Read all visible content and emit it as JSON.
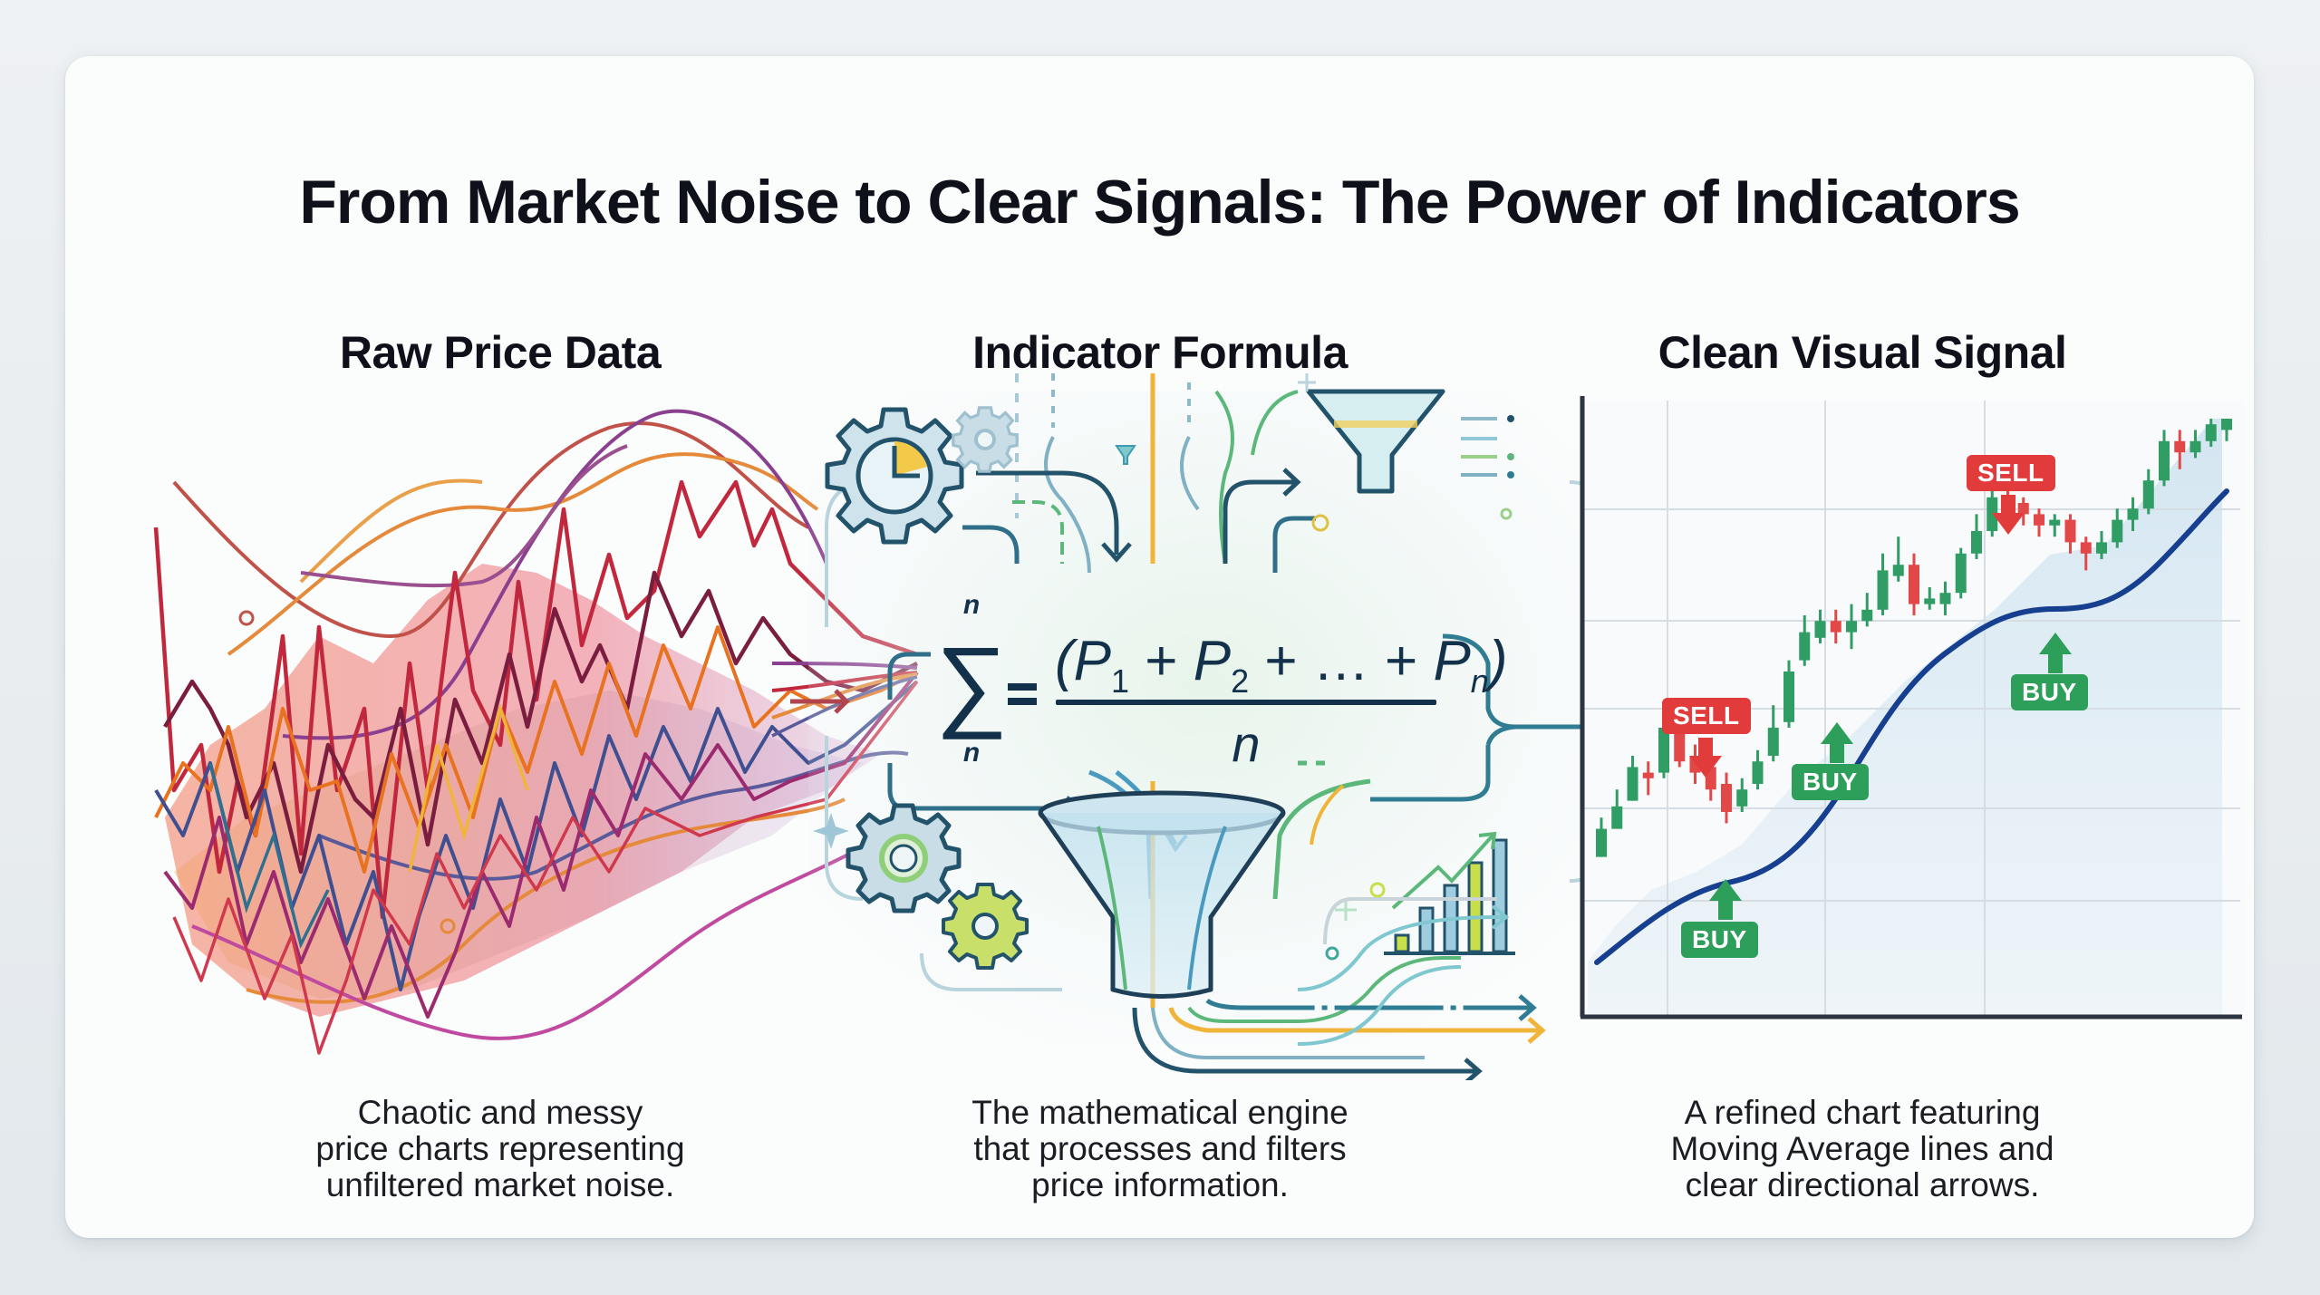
{
  "title": "From Market Noise to Clear Signals: The Power of Indicators",
  "colors": {
    "background": "#e9edf0",
    "card": "#fbfcfc",
    "text": "#0e111a",
    "sell_red": "#e23b3b",
    "buy_green": "#2e9e5b",
    "candle_green": "#2f9d64",
    "candle_red": "#e24848",
    "ma_line": "#173f8f",
    "flow_teal": "#2f7c93",
    "flow_yellow": "#f0b43a",
    "flow_green": "#5cb87a"
  },
  "sections": [
    {
      "heading": "Raw Price Data",
      "caption_lines": [
        "Chaotic and messy",
        "price charts representing",
        "unfiltered market noise."
      ],
      "illustration": "chaotic-price-lines"
    },
    {
      "heading": "Indicator Formula",
      "caption_lines": [
        "The mathematical engine",
        "that processes and filters",
        "price information."
      ],
      "illustration": "formula-funnel-engine",
      "formula": {
        "sum_top": "n",
        "sum_bottom": "n",
        "sum_symbol": "∑",
        "equals": "=",
        "numerator": "(P1 + P2 + ... + Pn)",
        "numerator_parts": [
          "(",
          "P",
          "1",
          "+",
          "P",
          "2",
          "+ ... +",
          "P",
          "n",
          ")"
        ],
        "denominator": "n"
      },
      "icons": [
        "clock-gear-icon",
        "gear-icon",
        "small-funnel-icon",
        "funnel-icon",
        "bar-chart-icon",
        "gear-icon",
        "gear-icon",
        "sparkle-icon"
      ]
    },
    {
      "heading": "Clean Visual Signal",
      "caption_lines": [
        "A refined chart featuring",
        "Moving Average lines and",
        "clear directional arrows."
      ],
      "illustration": "candlestick-chart-with-signals"
    }
  ],
  "chart_data": {
    "type": "candlestick",
    "title": "Clean Visual Signal",
    "xlabel": "",
    "ylabel": "",
    "grid": true,
    "note": "Unlabeled axes; values are relative price levels (0-100) read off gridlines",
    "candles": [
      {
        "o": 22,
        "c": 27,
        "h": 29,
        "l": 22
      },
      {
        "o": 27,
        "c": 31,
        "h": 34,
        "l": 27
      },
      {
        "o": 32,
        "c": 38,
        "h": 40,
        "l": 32
      },
      {
        "o": 37,
        "c": 36,
        "h": 39,
        "l": 33
      },
      {
        "o": 37,
        "c": 45,
        "h": 49,
        "l": 36
      },
      {
        "o": 44,
        "c": 39,
        "h": 46,
        "l": 38
      },
      {
        "o": 40,
        "c": 37,
        "h": 42,
        "l": 35
      },
      {
        "o": 38,
        "c": 34,
        "h": 40,
        "l": 32
      },
      {
        "o": 35,
        "c": 30,
        "h": 37,
        "l": 28
      },
      {
        "o": 31,
        "c": 34,
        "h": 36,
        "l": 30
      },
      {
        "o": 35,
        "c": 39,
        "h": 41,
        "l": 34
      },
      {
        "o": 40,
        "c": 45,
        "h": 49,
        "l": 39
      },
      {
        "o": 46,
        "c": 55,
        "h": 57,
        "l": 45
      },
      {
        "o": 57,
        "c": 62,
        "h": 65,
        "l": 56
      },
      {
        "o": 61,
        "c": 64,
        "h": 66,
        "l": 60
      },
      {
        "o": 64,
        "c": 62,
        "h": 66,
        "l": 60
      },
      {
        "o": 62,
        "c": 64,
        "h": 67,
        "l": 59
      },
      {
        "o": 64,
        "c": 66,
        "h": 69,
        "l": 63
      },
      {
        "o": 66,
        "c": 73,
        "h": 76,
        "l": 65
      },
      {
        "o": 72,
        "c": 74,
        "h": 79,
        "l": 71
      },
      {
        "o": 74,
        "c": 67,
        "h": 76,
        "l": 65
      },
      {
        "o": 67,
        "c": 68,
        "h": 70,
        "l": 66
      },
      {
        "o": 67,
        "c": 69,
        "h": 71,
        "l": 65
      },
      {
        "o": 69,
        "c": 76,
        "h": 77,
        "l": 68
      },
      {
        "o": 76,
        "c": 80,
        "h": 83,
        "l": 75
      },
      {
        "o": 80,
        "c": 86,
        "h": 88,
        "l": 79
      },
      {
        "o": 86,
        "c": 85,
        "h": 90,
        "l": 84
      },
      {
        "o": 85,
        "c": 83,
        "h": 86,
        "l": 81
      },
      {
        "o": 83,
        "c": 81,
        "h": 84,
        "l": 79
      },
      {
        "o": 81,
        "c": 82,
        "h": 83,
        "l": 79
      },
      {
        "o": 82,
        "c": 78,
        "h": 83,
        "l": 76
      },
      {
        "o": 78,
        "c": 76,
        "h": 79,
        "l": 73
      },
      {
        "o": 76,
        "c": 78,
        "h": 80,
        "l": 75
      },
      {
        "o": 78,
        "c": 82,
        "h": 84,
        "l": 77
      },
      {
        "o": 82,
        "c": 84,
        "h": 86,
        "l": 80
      },
      {
        "o": 84,
        "c": 89,
        "h": 91,
        "l": 83
      },
      {
        "o": 89,
        "c": 96,
        "h": 98,
        "l": 88
      },
      {
        "o": 96,
        "c": 94,
        "h": 98,
        "l": 91
      },
      {
        "o": 94,
        "c": 96,
        "h": 98,
        "l": 93
      },
      {
        "o": 96,
        "c": 99,
        "h": 100,
        "l": 95
      },
      {
        "o": 98,
        "c": 100,
        "h": 100,
        "l": 96
      }
    ],
    "moving_average": [
      10,
      14,
      19,
      23,
      27,
      29,
      31,
      34,
      38,
      43,
      49,
      55,
      61,
      65,
      69,
      72,
      74,
      74,
      75,
      78,
      82,
      86
    ],
    "signals": [
      {
        "label": "SELL",
        "type": "sell",
        "candle_index": 8
      },
      {
        "label": "BUY",
        "type": "buy",
        "candle_index": 9
      },
      {
        "label": "BUY",
        "type": "buy",
        "candle_index": 17
      },
      {
        "label": "SELL",
        "type": "sell",
        "candle_index": 31
      },
      {
        "label": "BUY",
        "type": "buy",
        "candle_index": 33
      }
    ],
    "legend": []
  }
}
